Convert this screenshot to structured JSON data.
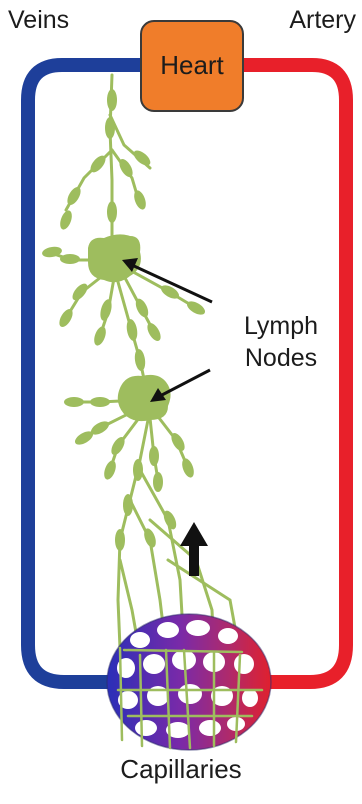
{
  "labels": {
    "veins": "Veins",
    "artery": "Artery",
    "heart": "Heart",
    "lymph_nodes_line1": "Lymph",
    "lymph_nodes_line2": "Nodes",
    "capillaries": "Capillaries"
  },
  "colors": {
    "veins": "#1e3f9a",
    "artery": "#e8202a",
    "heart": "#f07d2a",
    "lymph": "#9ebd5e",
    "capillary_purple": "#7a2a9a"
  },
  "icons": {
    "flow_arrow": "up-arrow-icon",
    "pointer_arrows": "pointer-arrow-icon"
  }
}
